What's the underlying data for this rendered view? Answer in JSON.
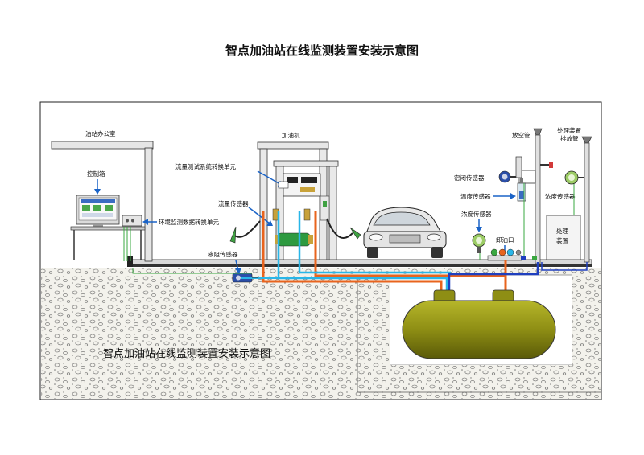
{
  "title": "智点加油站在线监测装置安装示意图",
  "caption": "智点加油站在线监测装置安装示意图",
  "labels": {
    "office": "油站办公室",
    "control_box": "控制箱",
    "env_unit": "环境监测数据转换单元",
    "dispenser": "加油机",
    "flow_unit": "流量测试系统转换单元",
    "flow_sensor": "流量传感器",
    "liquid_sensor": "液阻传感器",
    "vent_pipe": "放空管",
    "treatment_exhaust_1": "处理装置",
    "treatment_exhaust_2": "排放管",
    "seal_sensor": "密闭传感器",
    "temp_sensor": "温度传感器",
    "conc_sensor_left": "浓度传感器",
    "conc_sensor_right": "浓度传感器",
    "unload_port": "卸油口",
    "treatment_device_1": "处理",
    "treatment_device_2": "装置"
  },
  "colors": {
    "pipe_orange": "#e8641e",
    "pipe_cyan": "#29b6e8",
    "pipe_blue": "#1f3fbf",
    "tank": "#8a8a14",
    "ground": "#f0efe8"
  }
}
